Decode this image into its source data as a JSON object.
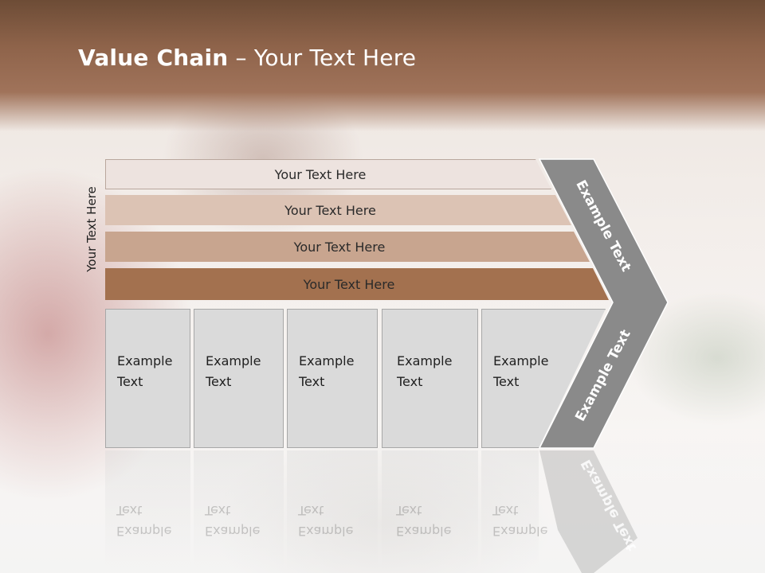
{
  "slide": {
    "title_bold": "Value Chain",
    "title_rest": " – Your Text Here",
    "vertical_label": "Your Text Here"
  },
  "bars": [
    {
      "label": "Your Text Here",
      "color": "#ede3df"
    },
    {
      "label": "Your Text Here",
      "color": "#dcc3b4"
    },
    {
      "label": "Your Text Here",
      "color": "#c8a58f"
    },
    {
      "label": "Your Text Here",
      "color": "#a3714f"
    }
  ],
  "columns": [
    {
      "line1": "Example",
      "line2": "Text"
    },
    {
      "line1": "Example",
      "line2": "Text"
    },
    {
      "line1": "Example",
      "line2": "Text"
    },
    {
      "line1": "Example",
      "line2": "Text"
    },
    {
      "line1": "Example",
      "line2": "Text"
    }
  ],
  "chevron": {
    "upper_label": "Example Text",
    "lower_label": "Example Text",
    "color": "#8a8a8a"
  }
}
